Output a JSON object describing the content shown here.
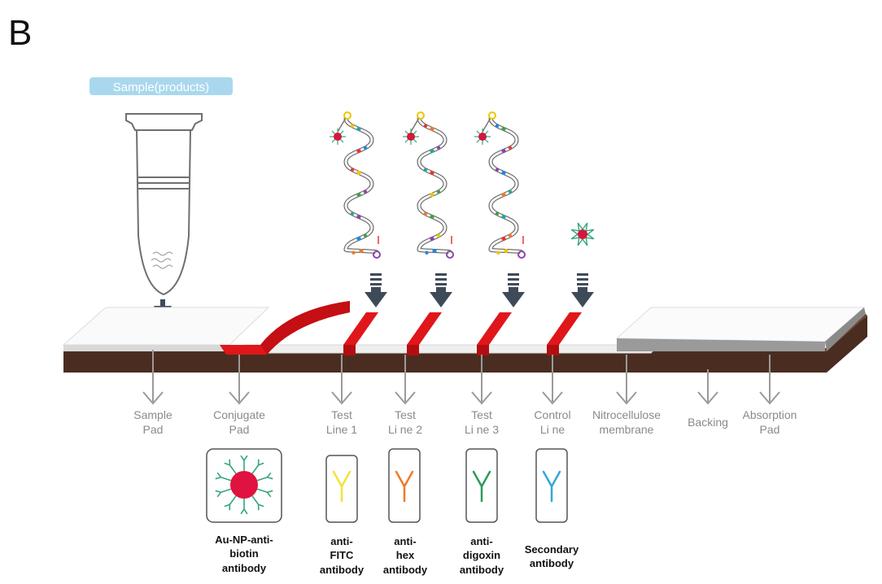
{
  "panel_letter": "B",
  "sample_tag": "Sample(products)",
  "colors": {
    "red": "#e0161b",
    "arrow": "#3f4a59",
    "backing": "#4a2d20",
    "label": "#8a8a8a",
    "antibody_yellow": "#f2e33a",
    "antibody_orange": "#ef7a2a",
    "antibody_green": "#2e9a5c",
    "antibody_blue": "#36a7d8",
    "antibody_teal": "#35a67c"
  },
  "parts": [
    {
      "line1": "Sample",
      "line2": "Pad"
    },
    {
      "line1": "Conjugate",
      "line2": "Pad"
    },
    {
      "line1": "Test",
      "line2": "Line 1"
    },
    {
      "line1": "Test",
      "line2": "Li ne 2"
    },
    {
      "line1": "Test",
      "line2": "Li ne 3"
    },
    {
      "line1": "Control",
      "line2": "Li ne"
    },
    {
      "line1": "Nitrocellulose",
      "line2": "membrane"
    },
    {
      "line1": "Backing",
      "line2": ""
    },
    {
      "line1": "Absorption",
      "line2": "Pad"
    }
  ],
  "reagents": [
    {
      "line1": "Au-NP-anti-",
      "line2": "biotin",
      "line3": "antibody",
      "icon": "nanoparticle-antibody-icon"
    },
    {
      "line1": "anti-",
      "line2": "FITC",
      "line3": "antibody",
      "icon": "antibody-icon"
    },
    {
      "line1": "anti-",
      "line2": "hex",
      "line3": "antibody",
      "icon": "antibody-icon"
    },
    {
      "line1": "anti-",
      "line2": "digoxin",
      "line3": "antibody",
      "icon": "antibody-icon"
    },
    {
      "line1": "Secondary",
      "line2": "antibody",
      "line3": "",
      "icon": "antibody-icon"
    }
  ]
}
